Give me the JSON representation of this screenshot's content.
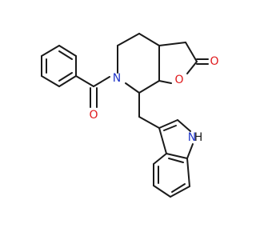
{
  "labels": {
    "ring_nitrogen": "N",
    "carbonyl_oxygen": "O",
    "lactone_oxygen": "O",
    "lactone_carbonyl_oxygen": "O",
    "indole_nh": "H",
    "indole_n": "N"
  },
  "colors": {
    "bond": "#1a1a1a",
    "nitrogen": "#1f35c8",
    "oxygen": "#e0191c",
    "background": "#ffffff"
  }
}
